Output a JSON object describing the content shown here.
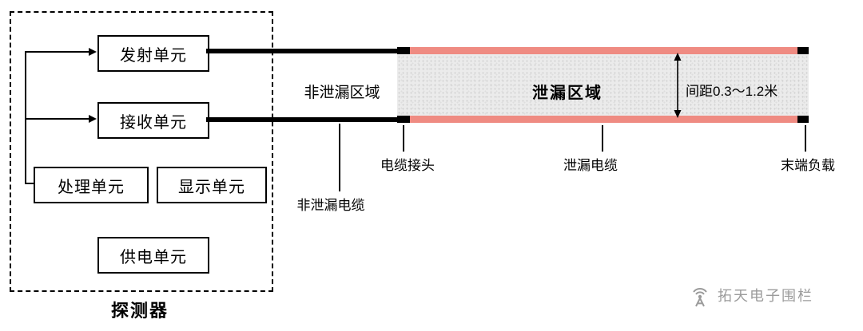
{
  "detector": {
    "label": "探测器",
    "units": {
      "transmit": "发射单元",
      "receive": "接收单元",
      "process": "处理单元",
      "display": "显示单元",
      "power": "供电单元"
    }
  },
  "cable_run": {
    "non_leak_area": "非泄漏区域",
    "leak_area": "泄漏区域",
    "spacing": "间距0.3～1.2米",
    "connector": "电缆接头",
    "leaky_cable": "泄漏电缆",
    "end_load": "末端负载",
    "non_leaky_cable": "非泄漏电缆"
  },
  "watermark": {
    "logo_icon": "signal-tower-icon",
    "text": "拓天电子围栏"
  },
  "colors": {
    "leaky_cable": "#ef8b82",
    "leak_region_bg": "#ebebeb",
    "line": "#000000",
    "watermark": "#9b9b9b"
  }
}
